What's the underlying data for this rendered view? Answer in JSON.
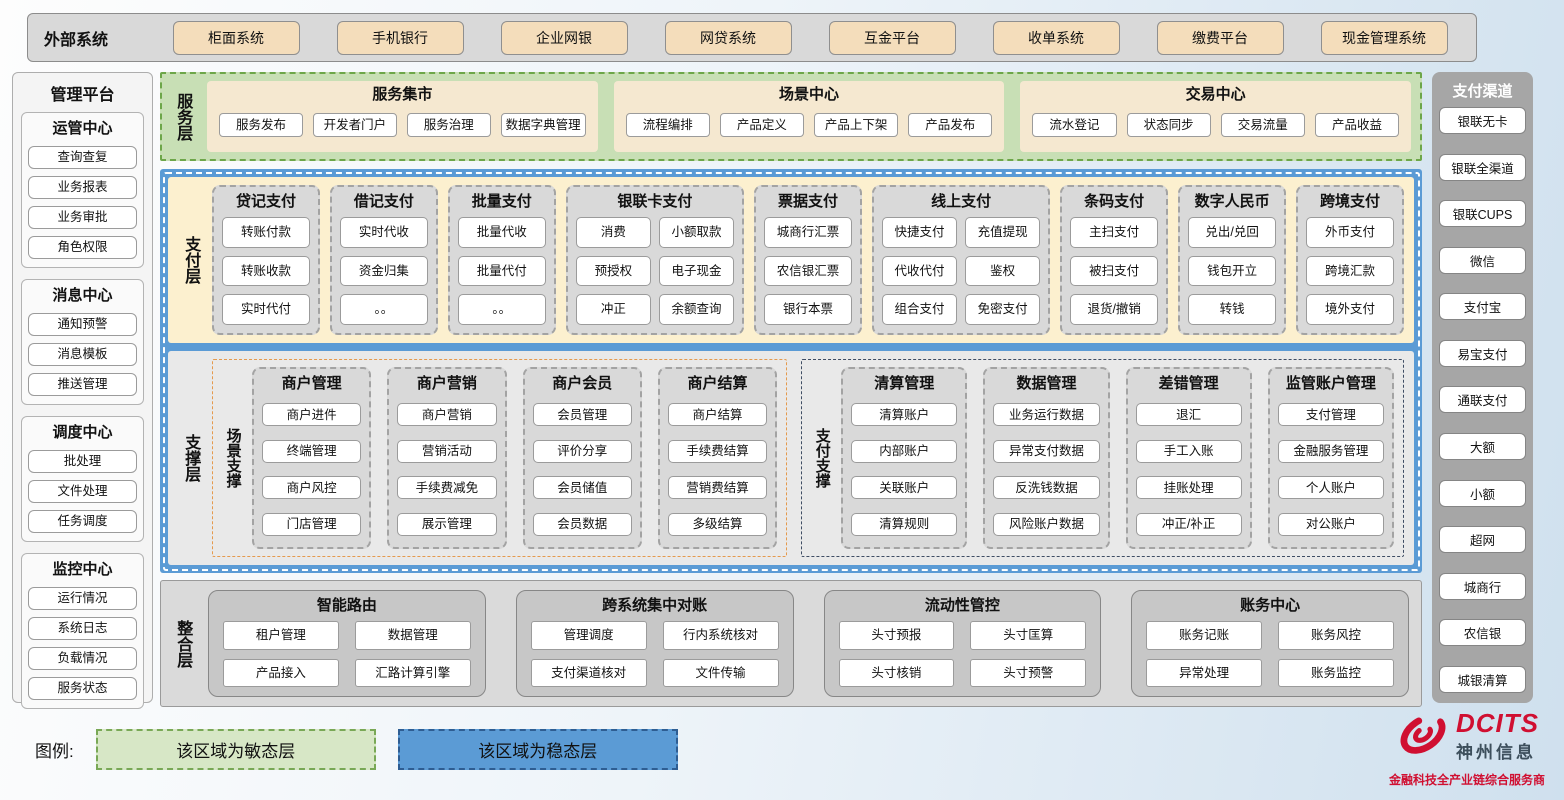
{
  "external_systems": {
    "label": "外部系统",
    "systems": [
      "柜面系统",
      "手机银行",
      "企业网银",
      "网贷系统",
      "互金平台",
      "收单系统",
      "缴费平台",
      "现金管理系统"
    ]
  },
  "management_platform": {
    "title": "管理平台",
    "sections": [
      {
        "title": "运管中心",
        "items": [
          "查询查复",
          "业务报表",
          "业务审批",
          "角色权限"
        ]
      },
      {
        "title": "消息中心",
        "items": [
          "通知预警",
          "消息模板",
          "推送管理"
        ]
      },
      {
        "title": "调度中心",
        "items": [
          "批处理",
          "文件处理",
          "任务调度"
        ]
      },
      {
        "title": "监控中心",
        "items": [
          "运行情况",
          "系统日志",
          "负载情况",
          "服务状态"
        ]
      }
    ]
  },
  "service_layer": {
    "label": "服务层",
    "groups": [
      {
        "title": "服务集市",
        "items": [
          "服务发布",
          "开发者门户",
          "服务治理",
          "数据字典管理"
        ]
      },
      {
        "title": "场景中心",
        "items": [
          "流程编排",
          "产品定义",
          "产品上下架",
          "产品发布"
        ]
      },
      {
        "title": "交易中心",
        "items": [
          "流水登记",
          "状态同步",
          "交易流量",
          "产品收益"
        ]
      }
    ]
  },
  "payment_layer": {
    "label": "支付层",
    "groups": [
      {
        "title": "贷记支付",
        "cols": 1,
        "items": [
          "转账付款",
          "转账收款",
          "实时代付"
        ]
      },
      {
        "title": "借记支付",
        "cols": 1,
        "items": [
          "实时代收",
          "资金归集",
          "。。"
        ]
      },
      {
        "title": "批量支付",
        "cols": 1,
        "items": [
          "批量代收",
          "批量代付",
          "。。"
        ]
      },
      {
        "title": "银联卡支付",
        "cols": 2,
        "items": [
          "消费",
          "小额取款",
          "预授权",
          "电子现金",
          "冲正",
          "余额查询"
        ]
      },
      {
        "title": "票据支付",
        "cols": 1,
        "items": [
          "城商行汇票",
          "农信银汇票",
          "银行本票"
        ]
      },
      {
        "title": "线上支付",
        "cols": 2,
        "items": [
          "快捷支付",
          "充值提现",
          "代收代付",
          "鉴权",
          "组合支付",
          "免密支付"
        ]
      },
      {
        "title": "条码支付",
        "cols": 1,
        "items": [
          "主扫支付",
          "被扫支付",
          "退货/撤销"
        ]
      },
      {
        "title": "数字人民币",
        "cols": 1,
        "items": [
          "兑出/兑回",
          "钱包开立",
          "转钱"
        ]
      },
      {
        "title": "跨境支付",
        "cols": 1,
        "items": [
          "外币支付",
          "跨境汇款",
          "境外支付"
        ]
      }
    ]
  },
  "support_layer": {
    "label": "支撑层",
    "sections": [
      {
        "label": "场景支撑",
        "style": "scene",
        "groups": [
          {
            "title": "商户管理",
            "items": [
              "商户进件",
              "终端管理",
              "商户风控",
              "门店管理"
            ]
          },
          {
            "title": "商户营销",
            "items": [
              "商户营销",
              "营销活动",
              "手续费减免",
              "展示管理"
            ]
          },
          {
            "title": "商户会员",
            "items": [
              "会员管理",
              "评价分享",
              "会员储值",
              "会员数据"
            ]
          },
          {
            "title": "商户结算",
            "items": [
              "商户结算",
              "手续费结算",
              "营销费结算",
              "多级结算"
            ]
          }
        ]
      },
      {
        "label": "支付支撑",
        "style": "pay",
        "groups": [
          {
            "title": "清算管理",
            "items": [
              "清算账户",
              "内部账户",
              "关联账户",
              "清算规则"
            ]
          },
          {
            "title": "数据管理",
            "items": [
              "业务运行数据",
              "异常支付数据",
              "反洗钱数据",
              "风险账户数据"
            ]
          },
          {
            "title": "差错管理",
            "items": [
              "退汇",
              "手工入账",
              "挂账处理",
              "冲正/补正"
            ]
          },
          {
            "title": "监管账户管理",
            "items": [
              "支付管理",
              "金融服务管理",
              "个人账户",
              "对公账户"
            ]
          }
        ]
      }
    ]
  },
  "integration_layer": {
    "label": "整合层",
    "groups": [
      {
        "title": "智能路由",
        "items": [
          "租户管理",
          "数据管理",
          "产品接入",
          "汇路计算引擎"
        ]
      },
      {
        "title": "跨系统集中对账",
        "items": [
          "管理调度",
          "行内系统核对",
          "支付渠道核对",
          "文件传输"
        ]
      },
      {
        "title": "流动性管控",
        "items": [
          "头寸预报",
          "头寸匡算",
          "头寸核销",
          "头寸预警"
        ]
      },
      {
        "title": "账务中心",
        "items": [
          "账务记账",
          "账务风控",
          "异常处理",
          "账务监控"
        ]
      }
    ]
  },
  "payment_channels": {
    "title": "支付渠道",
    "channels": [
      "银联无卡",
      "银联全渠道",
      "银联CUPS",
      "微信",
      "支付宝",
      "易宝支付",
      "通联支付",
      "大额",
      "小额",
      "超网",
      "城商行",
      "农信银",
      "城银清算"
    ]
  },
  "legend": {
    "label": "图例:",
    "agile": "该区域为敏态层",
    "stable": "该区域为稳态层"
  },
  "logo": {
    "name": "DCITS",
    "company": "神州信息",
    "tagline": "金融科技全产业链综合服务商"
  },
  "colors": {
    "stable_blue": "#5b9bd5",
    "agile_green": "#c8dfb5",
    "payment_cream": "#fcf0cf",
    "beige_chip": "#f4ddbb",
    "gray_group": "#d9d9d9",
    "scene_dash_orange": "#e59a4d",
    "pay_dash_dark": "#3e4c63",
    "brand_red": "#d00f31"
  }
}
